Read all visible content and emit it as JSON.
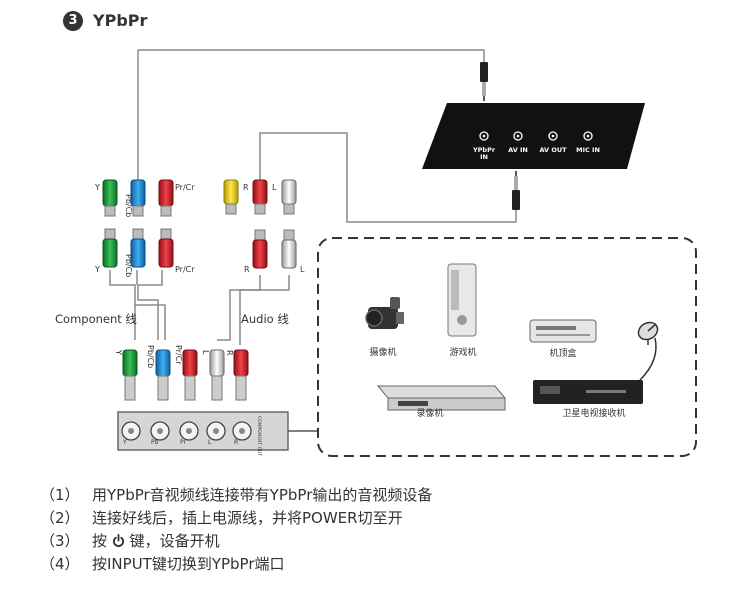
{
  "header": {
    "step_number": "3",
    "title": "YPbPr"
  },
  "tv_panel": {
    "ports": [
      {
        "line1": "YPbPr",
        "line2": "IN"
      },
      {
        "line1": "AV IN",
        "line2": ""
      },
      {
        "line1": "AV OUT",
        "line2": ""
      },
      {
        "line1": "MIC IN",
        "line2": ""
      }
    ]
  },
  "component_cable": {
    "label": "Component 线",
    "top_labels": [
      "Y",
      "Pb/Cb",
      "Pr/Cr"
    ],
    "bottom_labels": [
      "Y",
      "Pb/Cb",
      "Pr/Cr"
    ]
  },
  "audio_cable": {
    "label": "Audio 线",
    "top_labels": [
      "R",
      "L"
    ],
    "bottom_labels": [
      "R",
      "L"
    ]
  },
  "device_connector": {
    "plug_labels": [
      "Y",
      "Pb/Cb",
      "Pr/Cr",
      "L",
      "R"
    ],
    "port_labels": [
      "Y",
      "Pb",
      "Pr",
      "L",
      "R"
    ],
    "side_label": "COMPONENT OUT"
  },
  "devices": [
    {
      "label": "摄像机"
    },
    {
      "label": "游戏机"
    },
    {
      "label": "机顶盒"
    },
    {
      "label": "录像机"
    },
    {
      "label": "卫星电视接收机"
    }
  ],
  "colors": {
    "y": "#1a9a3a",
    "pb": "#1e8fd6",
    "pr": "#d42127",
    "audio_l": "#ffffff",
    "audio_r": "#d42127",
    "av_y": "#f2d41a"
  },
  "instructions": [
    {
      "num": "（1）",
      "text": "用YPbPr音视频线连接带有YPbPr输出的音视频设备"
    },
    {
      "num": "（2）",
      "text": "连接好线后，插上电源线，并将POWER切至开"
    },
    {
      "num": "（3）",
      "pre": "按",
      "post": "键，设备开机"
    },
    {
      "num": "（4）",
      "text": "按INPUT键切换到YPbPr端口"
    }
  ]
}
